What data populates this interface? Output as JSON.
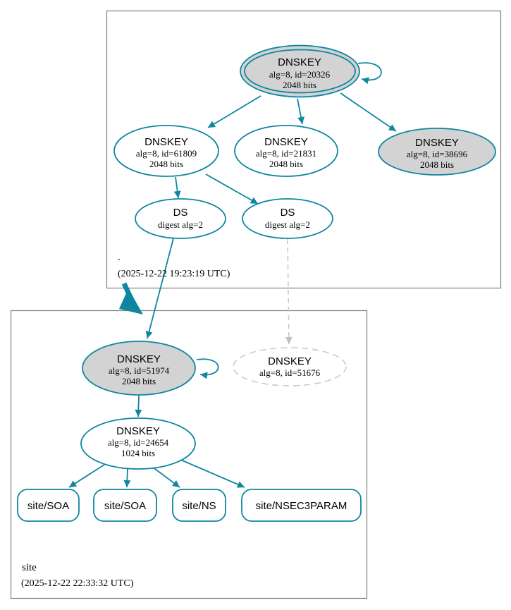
{
  "diagram": {
    "kind": "dnssec-authentication-chain-graph",
    "colors": {
      "secure_teal": "#0e86a0",
      "node_gray_fill": "#d3d3d3",
      "missing_gray": "#c9c9c9",
      "zone_box_border": "#7f7f7f",
      "text": "#000000",
      "background": "#ffffff"
    }
  },
  "zones": {
    "root": {
      "name": ".",
      "timestamp": "(2025-12-22 19:23:19 UTC)",
      "ksk": {
        "title": "DNSKEY",
        "detail": "alg=8, id=20326",
        "bits": "2048 bits"
      },
      "zsk": {
        "title": "DNSKEY",
        "detail": "alg=8, id=61809",
        "bits": "2048 bits"
      },
      "key21831": {
        "title": "DNSKEY",
        "detail": "alg=8, id=21831",
        "bits": "2048 bits"
      },
      "key38696": {
        "title": "DNSKEY",
        "detail": "alg=8, id=38696",
        "bits": "2048 bits"
      },
      "ds1": {
        "title": "DS",
        "detail": "digest alg=2"
      },
      "ds2": {
        "title": "DS",
        "detail": "digest alg=2"
      }
    },
    "site": {
      "name": "site",
      "timestamp": "(2025-12-22 22:33:32 UTC)",
      "ksk": {
        "title": "DNSKEY",
        "detail": "alg=8, id=51974",
        "bits": "2048 bits"
      },
      "missing_key": {
        "title": "DNSKEY",
        "detail": "alg=8, id=51676"
      },
      "zsk": {
        "title": "DNSKEY",
        "detail": "alg=8, id=24654",
        "bits": "1024 bits"
      },
      "rrsets": [
        {
          "label": "site/SOA"
        },
        {
          "label": "site/SOA"
        },
        {
          "label": "site/NS"
        },
        {
          "label": "site/NSEC3PARAM"
        }
      ]
    }
  }
}
